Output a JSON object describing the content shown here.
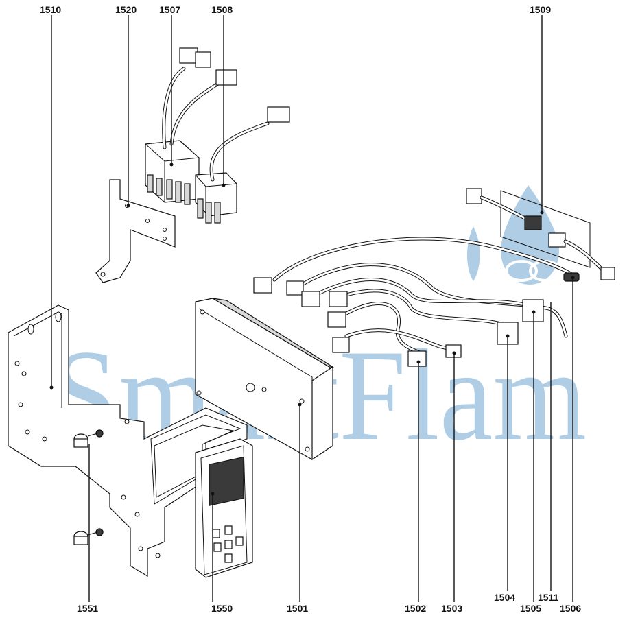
{
  "watermark": {
    "text": "SmartFlam",
    "color": "#6ea6cf"
  },
  "callouts": [
    {
      "id": "1510",
      "label": "1510"
    },
    {
      "id": "1520",
      "label": "1520"
    },
    {
      "id": "1507",
      "label": "1507"
    },
    {
      "id": "1508",
      "label": "1508"
    },
    {
      "id": "1509",
      "label": "1509"
    },
    {
      "id": "1551",
      "label": "1551"
    },
    {
      "id": "1550",
      "label": "1550"
    },
    {
      "id": "1501",
      "label": "1501"
    },
    {
      "id": "1502",
      "label": "1502"
    },
    {
      "id": "1503",
      "label": "1503"
    },
    {
      "id": "1504",
      "label": "1504"
    },
    {
      "id": "1505",
      "label": "1505"
    },
    {
      "id": "1511",
      "label": "1511"
    },
    {
      "id": "1506",
      "label": "1506"
    }
  ],
  "colors": {
    "line": "#111111",
    "watermark": "#6ea6cf",
    "display_screen": "#3a3a3a"
  }
}
